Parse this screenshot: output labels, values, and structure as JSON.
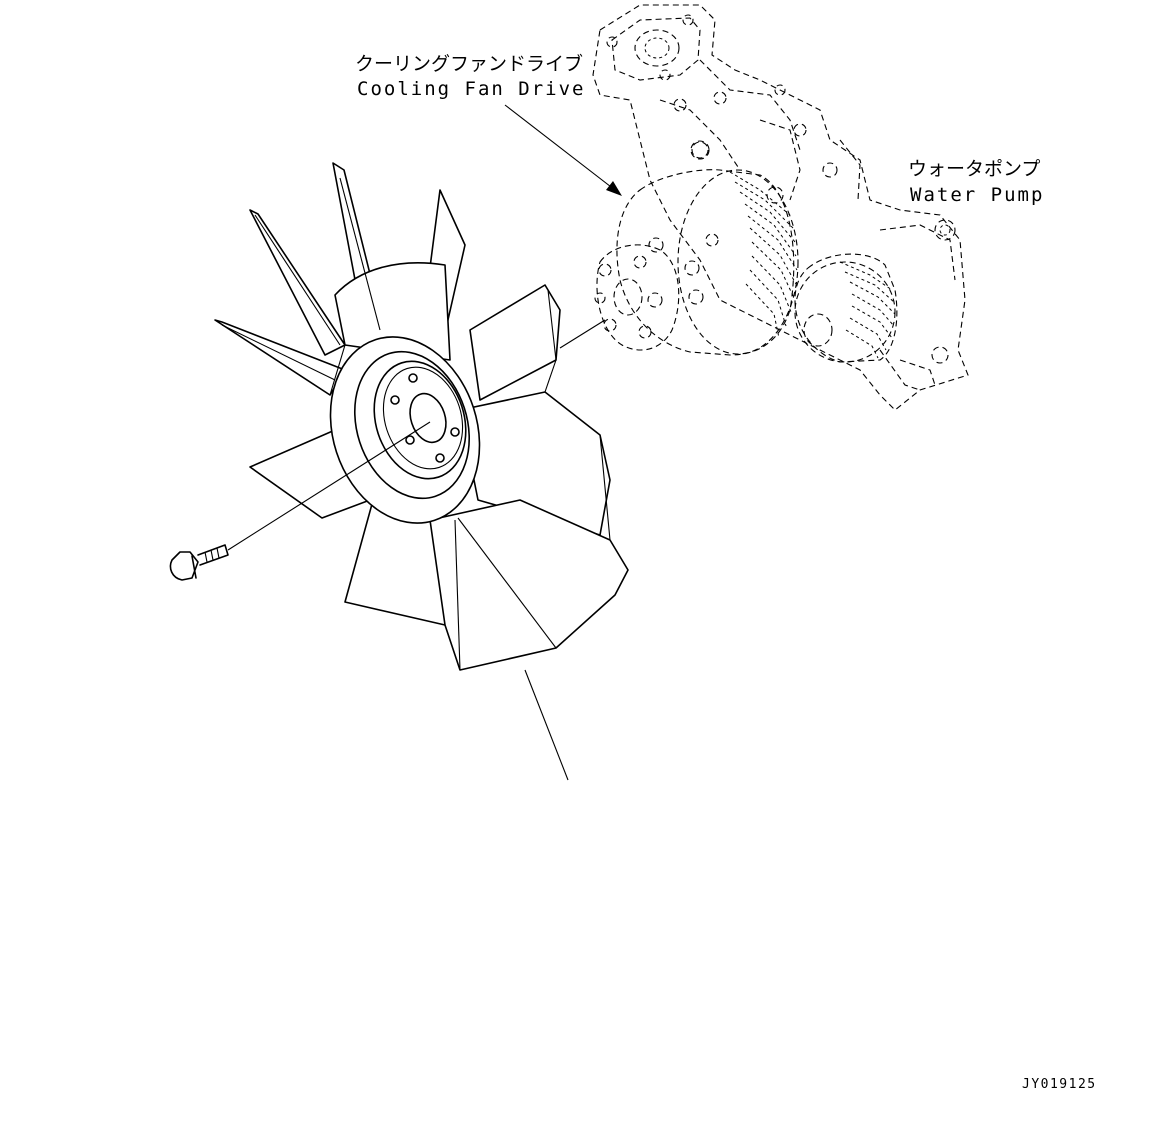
{
  "labels": {
    "cooling_fan_drive_jp": "クーリングファンドライブ",
    "cooling_fan_drive_en": "Cooling Fan Drive",
    "water_pump_jp": "ウォータポンプ",
    "water_pump_en": "Water Pump",
    "figure_code": "JY019125"
  }
}
